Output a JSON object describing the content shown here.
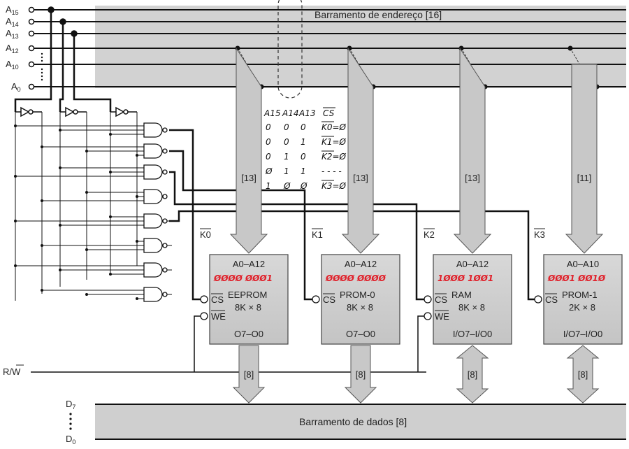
{
  "address_bus": {
    "label": "Barramento de endereço [16]",
    "lines": [
      {
        "base": "A",
        "sub": "15"
      },
      {
        "base": "A",
        "sub": "14"
      },
      {
        "base": "A",
        "sub": "13"
      },
      {
        "base": "A",
        "sub": "12"
      },
      {
        "base": "A",
        "sub": "10"
      },
      {
        "base": "A",
        "sub": "0"
      }
    ]
  },
  "data_bus": {
    "label": "Barramento de dados [8]",
    "d_top": {
      "base": "D",
      "sub": "7"
    },
    "d_bot": {
      "base": "D",
      "sub": "0"
    }
  },
  "rw_label": "R/W",
  "bus_widths": [
    "[13]",
    "[13]",
    "[13]",
    "[11]"
  ],
  "data_widths": [
    "[8]",
    "[8]",
    "[8]",
    "[8]"
  ],
  "chips": [
    {
      "select": "K0",
      "addr": "A0–A12",
      "code": "ØØØØ ØØØ1",
      "name": "EEPROM",
      "size": "8K × 8",
      "out": "O7–O0",
      "cs": "CS",
      "we": "WE"
    },
    {
      "select": "K1",
      "addr": "A0–A12",
      "code": "ØØØØ ØØØØ",
      "name": "PROM-0",
      "size": "8K × 8",
      "out": "O7–O0",
      "cs": "CS",
      "we": ""
    },
    {
      "select": "K2",
      "addr": "A0–A12",
      "code": "1ØØØ 1ØØ1",
      "name": "RAM",
      "size": "8K × 8",
      "out": "I/O7–I/O0",
      "cs": "CS",
      "we": "WE"
    },
    {
      "select": "K3",
      "addr": "A0–A10",
      "code": "ØØØ1 ØØ1Ø",
      "name": "PROM-1",
      "size": "2K × 8",
      "out": "I/O7–I/O0",
      "cs": "CS",
      "we": ""
    }
  ],
  "truth_table": {
    "header": [
      "A15",
      "A14",
      "A13",
      "CS"
    ],
    "rows": [
      [
        "0",
        "0",
        "0",
        "K0=Ø"
      ],
      [
        "0",
        "0",
        "1",
        "K1=Ø"
      ],
      [
        "0",
        "1",
        "0",
        "K2=Ø"
      ],
      [
        "Ø",
        "1",
        "1",
        "- - - -"
      ],
      [
        "1",
        "Ø",
        "Ø",
        "K3=Ø"
      ]
    ]
  }
}
